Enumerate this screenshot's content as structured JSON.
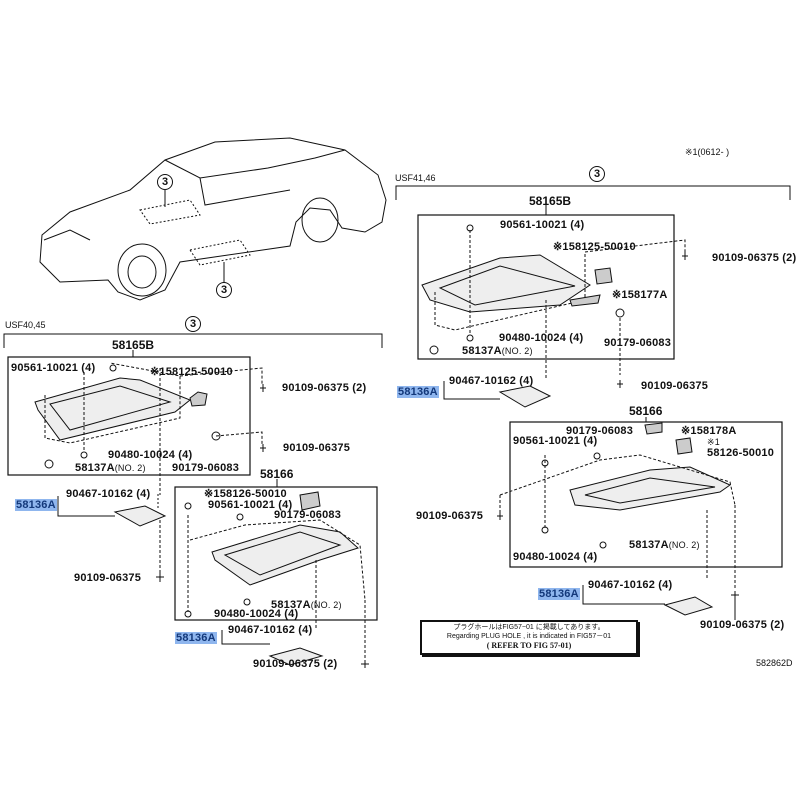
{
  "header": {
    "note_range": "※1(0612-      )",
    "diagram_code": "582862D"
  },
  "callout": "3",
  "left": {
    "model": "USF40,45",
    "assy_top": "58165B",
    "assy_bottom": "58166",
    "labels": {
      "a": "90561-10021 (4)",
      "b": "※158125-50010",
      "c": "90109-06375 (2)",
      "d": "90109-06375",
      "e": "90480-10024 (4)",
      "f": "58137A",
      "f2": "(NO. 2)",
      "g": "90179-06083",
      "h": "58136A",
      "i": "90467-10162 (4)",
      "j": "※158126-50010",
      "k": "90561-10021 (4)",
      "l": "90179-06083",
      "m": "90109-06375",
      "n": "58137A",
      "n2": "(NO. 2)",
      "o": "90480-10024 (4)",
      "p": "58136A",
      "q": "90467-10162 (4)",
      "r": "90109-06375 (2)"
    }
  },
  "right": {
    "model": "USF41,46",
    "assy_top": "58165B",
    "assy_bottom": "58166",
    "labels": {
      "a": "90561-10021 (4)",
      "b": "※158125-50010",
      "c": "90109-06375 (2)",
      "d": "※158177A",
      "e": "90480-10024 (4)",
      "f": "58137A",
      "f2": "(NO. 2)",
      "g": "90179-06083",
      "h": "90467-10162 (4)",
      "i": "58136A",
      "j": "90109-06375",
      "k": "90179-06083",
      "l": "※158178A",
      "m": "※1",
      "m2": "58126-50010",
      "n": "90561-10021 (4)",
      "o": "90109-06375",
      "p": "90480-10024 (4)",
      "q": "58137A",
      "q2": "(NO. 2)",
      "r": "90467-10162 (4)",
      "s": "58136A",
      "t": "90109-06375 (2)"
    }
  },
  "note": {
    "line1": "プラグホールはFIG57−01 に掲載してあります。",
    "line2": "Regarding PLUG HOLE , it is indicated in FIG57－01",
    "line3": "( REFER TO FIG 57-01)"
  },
  "colors": {
    "highlight": "#8fb6ee",
    "highlight_text": "#13387a"
  }
}
